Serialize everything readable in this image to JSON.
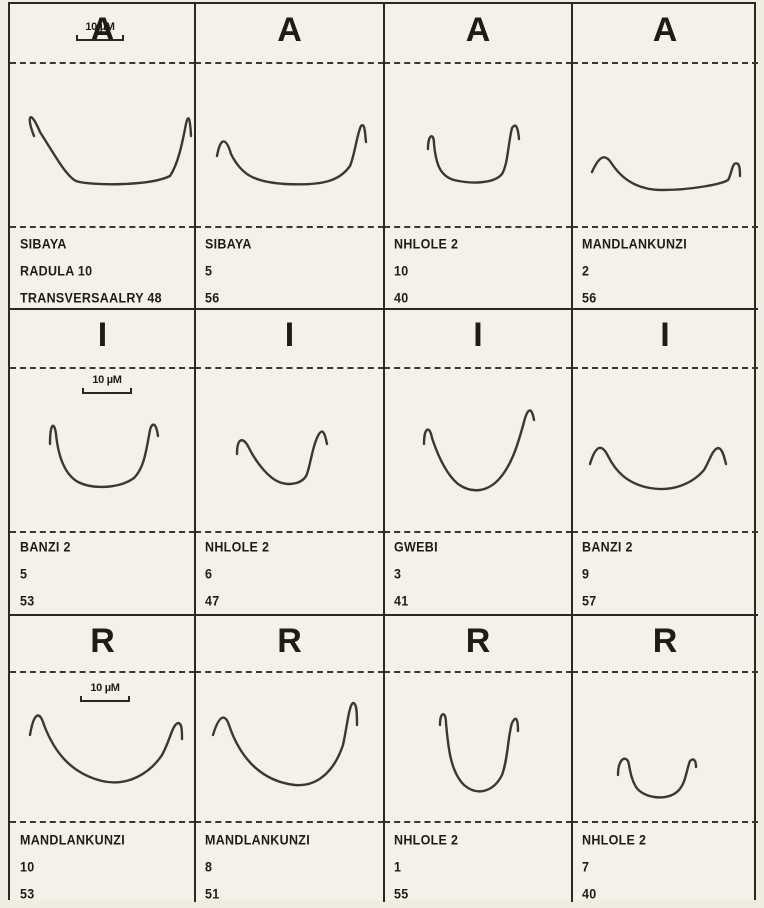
{
  "scale_bar_label": "10 µM",
  "rows": [
    {
      "letter": "A",
      "cells": [
        {
          "lines": [
            "SIBAYA",
            "RADULA 10",
            "TRANSVERSAALRY  48"
          ]
        },
        {
          "lines": [
            "SIBAYA",
            "5",
            "56"
          ]
        },
        {
          "lines": [
            "NHLOLE 2",
            "10",
            "40"
          ]
        },
        {
          "lines": [
            "MANDLANKUNZI",
            "2",
            "56"
          ]
        }
      ]
    },
    {
      "letter": "I",
      "cells": [
        {
          "lines": [
            "BANZI 2",
            "5",
            "53"
          ]
        },
        {
          "lines": [
            "NHLOLE 2",
            "6",
            "47"
          ]
        },
        {
          "lines": [
            "GWEBI",
            "3",
            "41"
          ]
        },
        {
          "lines": [
            "BANZI 2",
            "9",
            "57"
          ]
        }
      ]
    },
    {
      "letter": "R",
      "cells": [
        {
          "lines": [
            "MANDLANKUNZI",
            "10",
            "53"
          ]
        },
        {
          "lines": [
            "MANDLANKUNZI",
            "8",
            "51"
          ]
        },
        {
          "lines": [
            "NHLOLE 2",
            "1",
            "55"
          ]
        },
        {
          "lines": [
            "NHLOLE 2",
            "7",
            "40"
          ]
        }
      ]
    }
  ]
}
